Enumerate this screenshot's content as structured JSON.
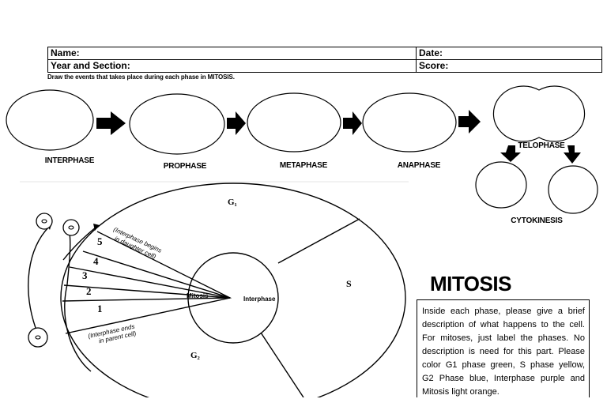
{
  "header": {
    "name_label": "Name:",
    "date_label": "Date:",
    "year_section_label": "Year and Section:",
    "score_label": "Score:"
  },
  "instruction": "Draw the events that takes place during each phase in MITOSIS.",
  "phases": {
    "interphase": "INTERPHASE",
    "prophase": "PROPHASE",
    "metaphase": "METAPHASE",
    "anaphase": "ANAPHASE",
    "telophase": "TELOPHASE",
    "cytokinesis": "CYTOKINESIS"
  },
  "cycle": {
    "g1": "G₁",
    "s": "S",
    "g2": "G₂",
    "mitosis": "Mitosis",
    "interphase": "Interphase",
    "begins_1": "(Interphase begins",
    "begins_2": "in daughter cell)",
    "ends_1": "(Interphase ends",
    "ends_2": "in parent cell)",
    "steps": [
      "1",
      "2",
      "3",
      "4",
      "5"
    ]
  },
  "title": "MITOSIS",
  "description": "Inside each phase, please give a brief description of what happens to the cell. For mitoses, just label the phases. No description is need for this part. Please color G1 phase green, S phase yellow, G2 Phase blue, Interphase purple and Mitosis light orange."
}
